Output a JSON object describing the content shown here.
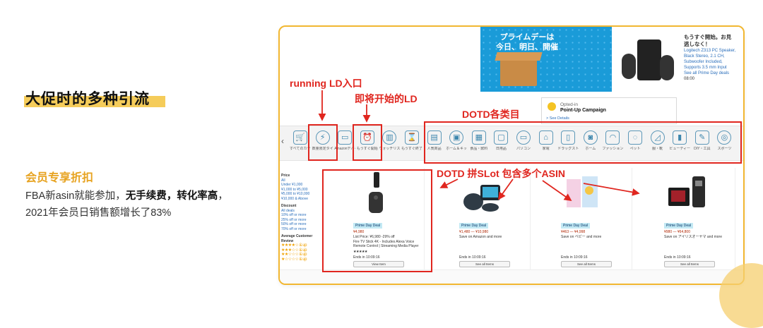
{
  "left_panel": {
    "title": "大促时的多种引流",
    "subtitle": "会员专享折扣",
    "desc_part1": "FBA新asin就能参加，",
    "desc_bold1": "无手续费",
    "desc_sep": "，",
    "desc_bold2": "转化率高",
    "desc_part2": "，",
    "desc_line2": "2021年会员日销售额增长了83%"
  },
  "screenshot": {
    "banner": {
      "line1": "プライムデーは",
      "line2": "今日、明日、開催"
    },
    "speaker_ad": {
      "heading": "もうすぐ開始。お見逃しなく！",
      "text": "Logitech Z313 PC Speaker, Black Stereo, 2.1 CH, Subwoofer Included, Supports 3.5 mm Input",
      "link": "See all Prime Day deals",
      "date": "08:00"
    },
    "point_up": {
      "label": "Opted-in",
      "name": "Point-Up Campaign",
      "details": "> See Details"
    },
    "annotations": {
      "running_ld": "running LD入口",
      "upcoming_ld": "即将开始的LD",
      "dotd_categories": "DOTD各类目",
      "dotd_slot": "DOTD 拼SLot 包含多个ASIN"
    },
    "categories": [
      {
        "icon": "cart-icon",
        "glyph": "🛒",
        "label": "すべてのカテゴリー"
      },
      {
        "icon": "lightning-icon",
        "glyph": "⚡",
        "label": "数量限定タイムセール"
      },
      {
        "icon": "devices-icon",
        "glyph": "▭",
        "label": "Amazonデバイス"
      },
      {
        "icon": "alarm-clock-icon",
        "glyph": "⏰",
        "label": "もうすぐ開始"
      },
      {
        "icon": "book-icon",
        "glyph": "▥",
        "label": "ウォッチリスト"
      },
      {
        "icon": "hourglass-icon",
        "glyph": "⌛",
        "label": "もうすぐ終了"
      },
      {
        "icon": "chart-icon",
        "glyph": "▤",
        "label": "人気商品"
      },
      {
        "icon": "appliance-icon",
        "glyph": "▣",
        "label": "ホーム＆キッチン"
      },
      {
        "icon": "grocery-icon",
        "glyph": "▦",
        "label": "食品・飲料"
      },
      {
        "icon": "household-icon",
        "glyph": "▢",
        "label": "日用品"
      },
      {
        "icon": "monitor-icon",
        "glyph": "▭",
        "label": "パソコン"
      },
      {
        "icon": "hanger-icon",
        "glyph": "⌂",
        "label": "家電"
      },
      {
        "icon": "bottle-icon",
        "glyph": "▯",
        "label": "ドラッグストア"
      },
      {
        "icon": "camera-icon",
        "glyph": "◙",
        "label": "ホーム"
      },
      {
        "icon": "fashion-icon",
        "glyph": "◠",
        "label": "ファッション"
      },
      {
        "icon": "toy-icon",
        "glyph": "◌",
        "label": "ペット"
      },
      {
        "icon": "shoe-icon",
        "glyph": "◿",
        "label": "服・靴"
      },
      {
        "icon": "cosmetics-icon",
        "glyph": "▮",
        "label": "ビューティー"
      },
      {
        "icon": "tools-icon",
        "glyph": "✎",
        "label": "DIY・工具"
      },
      {
        "icon": "sports-icon",
        "glyph": "◎",
        "label": "スポーツ"
      }
    ],
    "filters": {
      "price_heading": "Price",
      "price_items": [
        "All",
        "Under ¥1,000",
        "¥1,000 to ¥5,000",
        "¥5,000 to ¥10,000",
        "¥10,000 & Above"
      ],
      "discount_heading": "Discount",
      "discount_items": [
        "All deals",
        "10% off or more",
        "25% off or more",
        "50% off or more",
        "70% off or more"
      ],
      "review_heading": "Average Customer Review",
      "review_items": [
        "★★★★☆ & up",
        "★★★☆☆ & up",
        "★★☆☆☆ & up",
        "★☆☆☆☆ & up"
      ]
    },
    "products": [
      {
        "badge": "Prime Day Deal",
        "price": "¥4,980",
        "list_price": "List Price: ¥6,980 -29% off",
        "title": "Fire TV Stick 4K - Includes Alexa Voice Remote Control | Streaming Media Player",
        "rating": "★★★★★",
        "ends": "Ends in 10:09:16",
        "button": "View Item"
      },
      {
        "badge": "Prime Day Deal",
        "price": "¥1,480 — ¥10,980",
        "list_price": "",
        "title": "Save on Amazon and more",
        "rating": "",
        "ends": "Ends in 10:09:16",
        "button": "See all Items"
      },
      {
        "badge": "Prime Day Deal",
        "price": "¥463 — ¥4,998",
        "list_price": "",
        "title": "Save on ベビー and more",
        "rating": "",
        "ends": "Ends in 10:09:16",
        "button": "See all Items"
      },
      {
        "badge": "Prime Day Deal",
        "price": "¥980 — ¥64,800",
        "list_price": "",
        "title": "Save on アイリスオーヤマ and more",
        "rating": "",
        "ends": "Ends in 10:09:16",
        "button": "See all Items"
      }
    ]
  },
  "colors": {
    "accent": "#f2b731",
    "annotation": "#e0261f",
    "subtitle": "#e7a321",
    "highlight": "#f5cc5a"
  }
}
